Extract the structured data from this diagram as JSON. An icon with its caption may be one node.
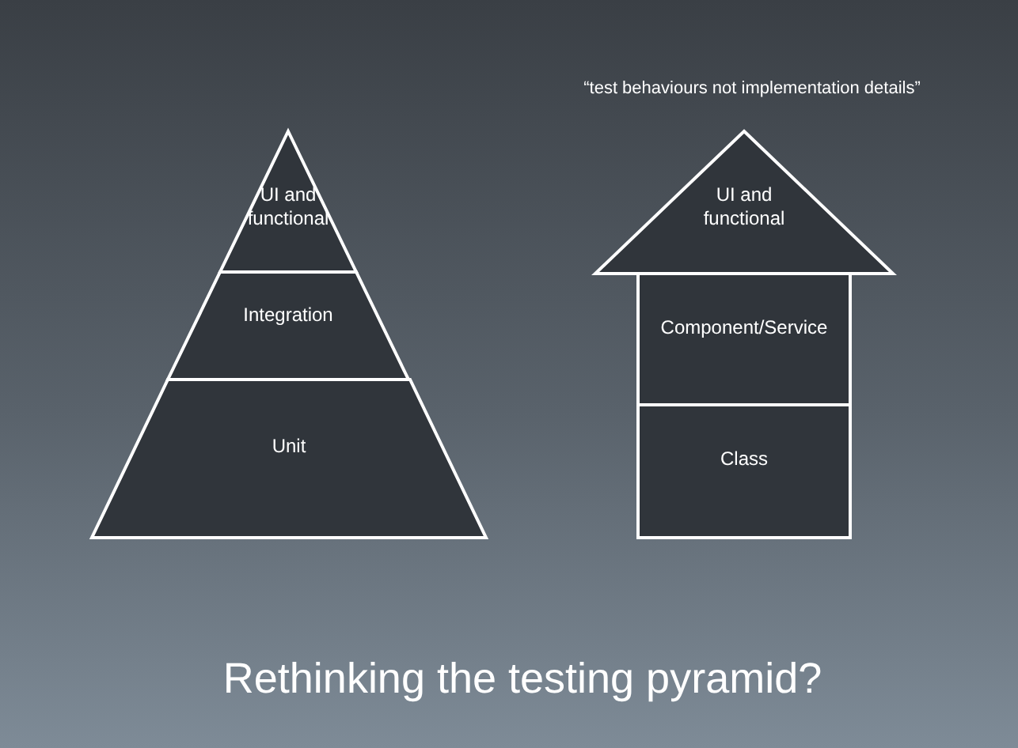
{
  "diagram": {
    "title": "Rethinking the testing pyramid?",
    "nodes": [
      {
        "text": [
          "UI and functional"
        ]
      },
      {
        "text": [
          "Integration"
        ]
      },
      {
        "text": [
          "Unit"
        ]
      },
      {
        "text": [
          "UI and functional"
        ]
      },
      {
        "text": [
          "Component/Service"
        ]
      },
      {
        "text": [
          "Class"
        ]
      }
    ],
    "edges": [],
    "labels": [
      "“test behaviours not implementation details”"
    ]
  }
}
